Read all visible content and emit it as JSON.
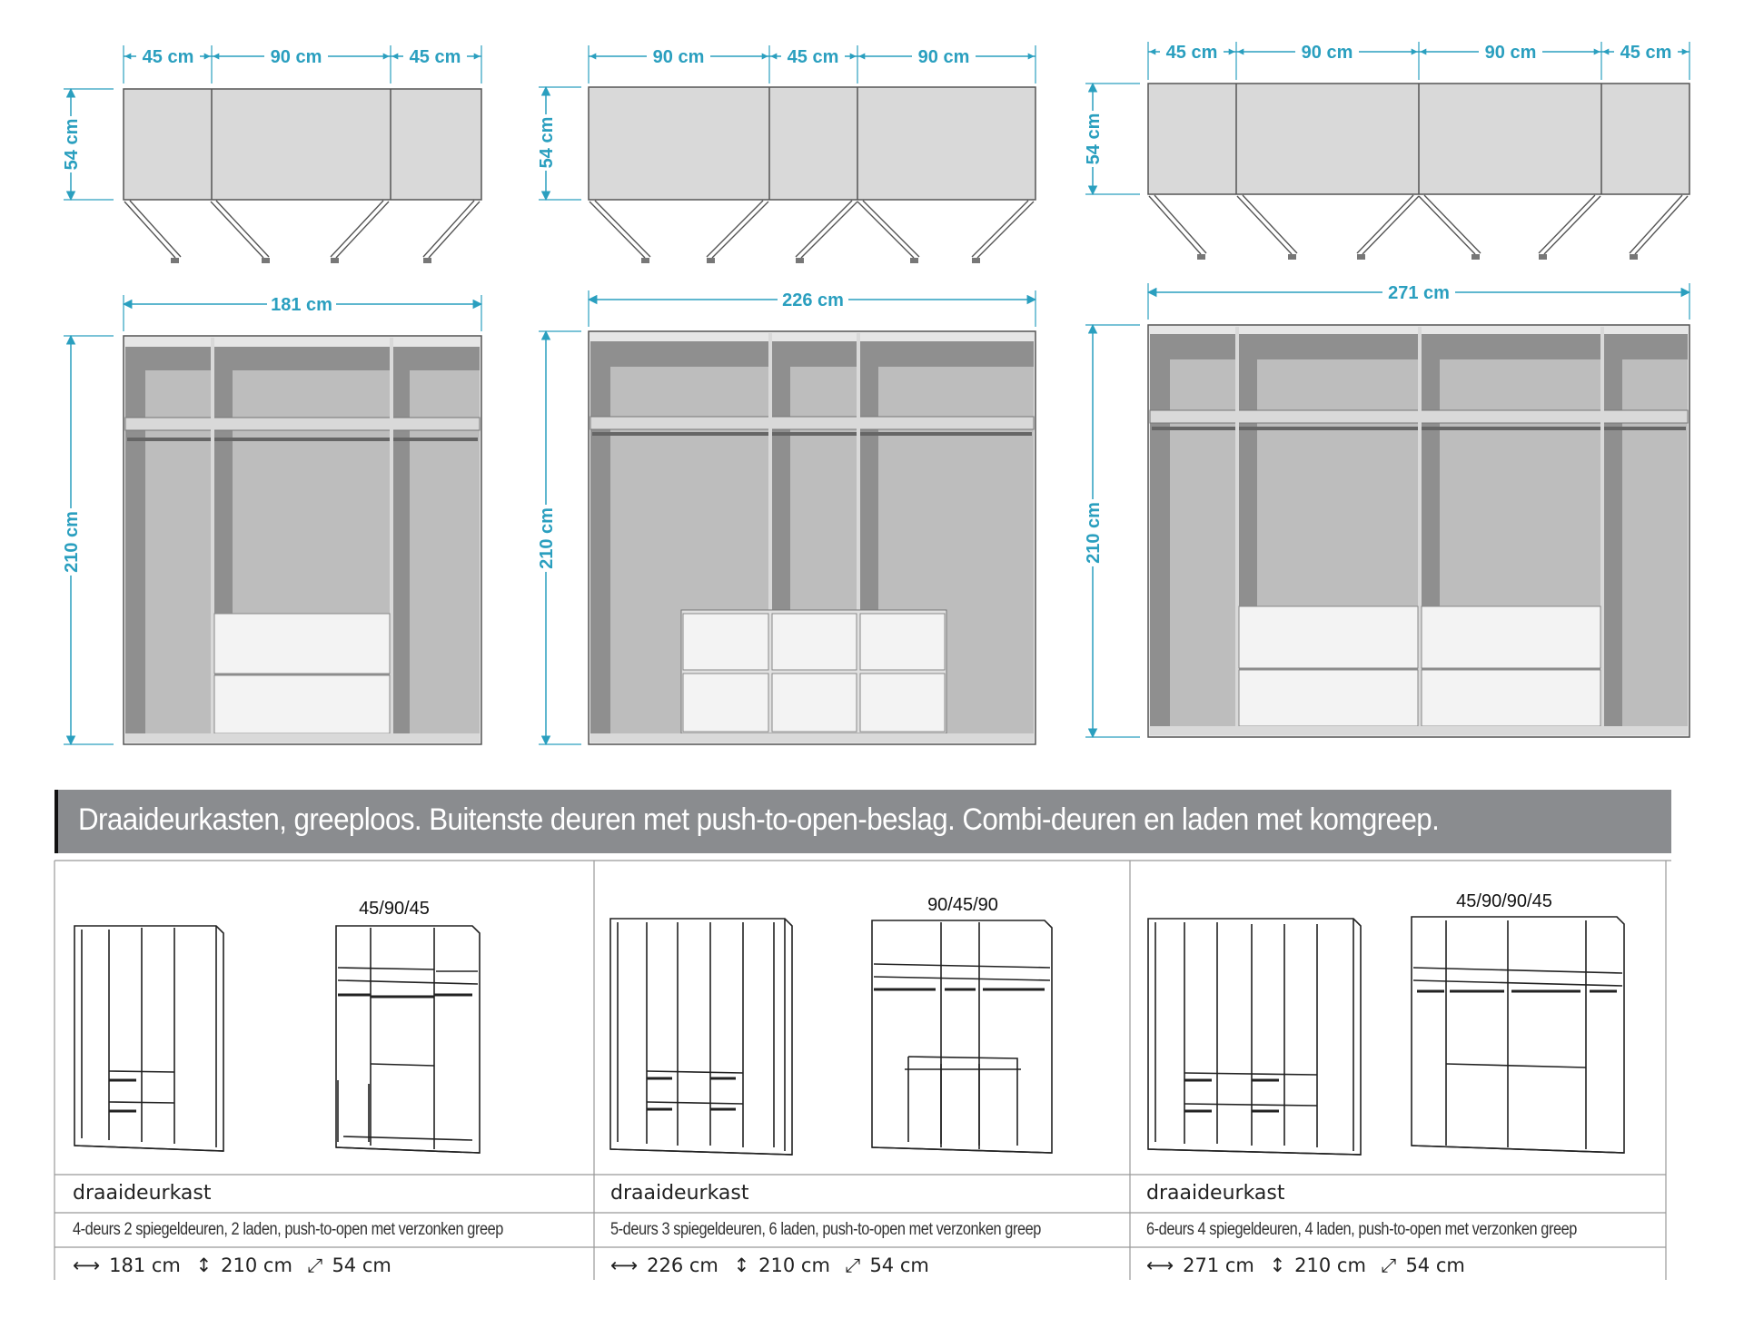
{
  "dimension_color": "#2a9fbf",
  "banner": {
    "text": "Draaideurkasten, greeploos. Buitenste deuren met push-to-open-beslag. Combi-deuren en laden met komgreep.",
    "background": "#8a8c8f"
  },
  "wardrobes": [
    {
      "id": "w1",
      "top_widths": [
        "45 cm",
        "90 cm",
        "45 cm"
      ],
      "depth": "54 cm",
      "total_width": "181 cm",
      "height": "210 cm",
      "layout": "45/90/45",
      "title": "draaideurkast",
      "description": "4-deurs 2 spiegeldeuren, 2 laden, push-to-open met verzonken greep",
      "dims": {
        "width": "181 cm",
        "height": "210 cm",
        "depth": "54 cm"
      }
    },
    {
      "id": "w2",
      "top_widths": [
        "90 cm",
        "45 cm",
        "90 cm"
      ],
      "depth": "54 cm",
      "total_width": "226 cm",
      "height": "210 cm",
      "layout": "90/45/90",
      "title": "draaideurkast",
      "description": "5-deurs 3 spiegeldeuren, 6 laden, push-to-open met verzonken greep",
      "dims": {
        "width": "226 cm",
        "height": "210 cm",
        "depth": "54 cm"
      }
    },
    {
      "id": "w3",
      "top_widths": [
        "45 cm",
        "90 cm",
        "90 cm",
        "45 cm"
      ],
      "depth": "54 cm",
      "total_width": "271 cm",
      "height": "210 cm",
      "layout": "45/90/90/45",
      "title": "draaideurkast",
      "description": "6-deurs 4 spiegeldeuren, 4 laden, push-to-open met verzonken greep",
      "dims": {
        "width": "271 cm",
        "height": "210 cm",
        "depth": "54 cm"
      }
    }
  ],
  "icons": {
    "width": "left-right-arrow-icon",
    "height": "up-down-arrow-icon",
    "depth": "diagonal-arrow-icon"
  }
}
